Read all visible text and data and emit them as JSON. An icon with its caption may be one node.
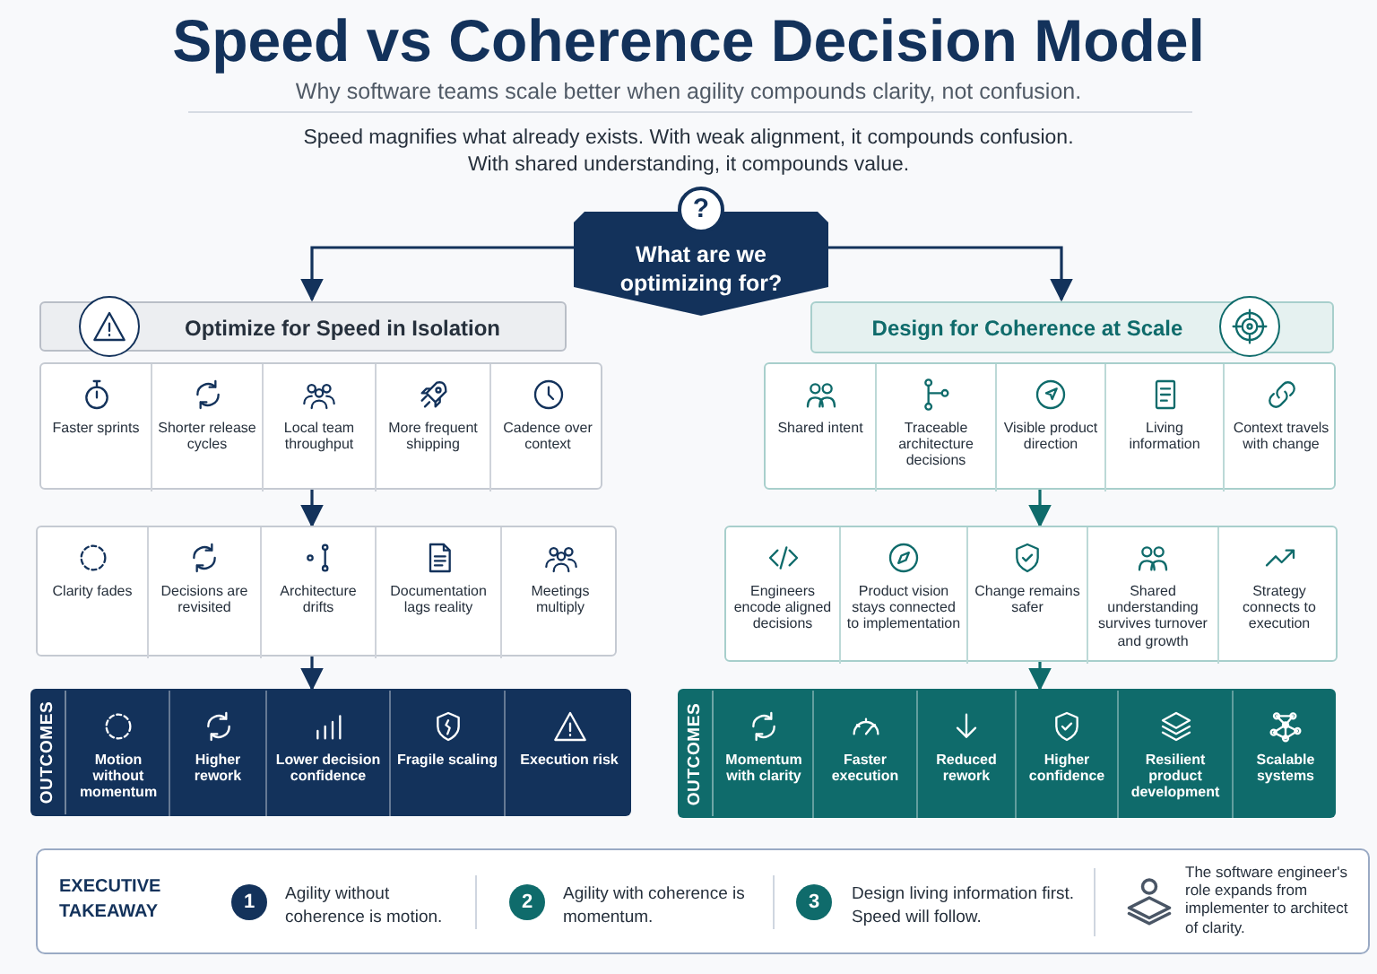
{
  "diagram": {
    "title": "Speed vs Coherence Decision Model",
    "nodes": [
      {
        "text": [
          "?",
          "What are we optimizing for?"
        ]
      },
      {
        "text": [
          "Optimize for Speed in Isolation"
        ]
      },
      {
        "text": [
          "Design for Coherence at Scale"
        ]
      },
      {
        "text": [],
        "shape": "box"
      },
      {
        "text": [
          "Faster sprints"
        ],
        "in": 3
      },
      {
        "text": [
          "Shorter release cycles"
        ],
        "in": 3
      },
      {
        "text": [
          "Local team throughput"
        ],
        "in": 3
      },
      {
        "text": [
          "More frequent shipping"
        ],
        "in": 3
      },
      {
        "text": [
          "Cadence over context"
        ],
        "in": 3
      },
      {
        "text": [],
        "shape": "box"
      },
      {
        "text": [
          "Clarity fades"
        ],
        "in": 9
      },
      {
        "text": [
          "Decisions are revisited"
        ],
        "in": 9
      },
      {
        "text": [
          "Architecture drifts"
        ],
        "in": 9
      },
      {
        "text": [
          "Documentation lags reality"
        ],
        "in": 9
      },
      {
        "text": [
          "Meetings multiply"
        ],
        "in": 9
      },
      {
        "text": [
          "OUTCOMES"
        ]
      },
      {
        "text": [
          "Motion without momentum"
        ],
        "in": 15
      },
      {
        "text": [
          "Higher rework"
        ],
        "in": 15
      },
      {
        "text": [
          "Lower decision confidence"
        ],
        "in": 15
      },
      {
        "text": [
          "Fragile scaling"
        ],
        "in": 15
      },
      {
        "text": [
          "Execution risk"
        ],
        "in": 15
      },
      {
        "text": [],
        "shape": "box"
      },
      {
        "text": [
          "Shared intent"
        ],
        "in": 21
      },
      {
        "text": [
          "Traceable architecture decisions"
        ],
        "in": 21
      },
      {
        "text": [
          "Visible product direction"
        ],
        "in": 21
      },
      {
        "text": [
          "Living information"
        ],
        "in": 21
      },
      {
        "text": [
          "Context travels with change"
        ],
        "in": 21
      },
      {
        "text": [],
        "shape": "box"
      },
      {
        "text": [
          "Engineers encode aligned decisions"
        ],
        "in": 27
      },
      {
        "text": [
          "Product vision stays connected to implementation"
        ],
        "in": 27
      },
      {
        "text": [
          "Change remains safer"
        ],
        "in": 27
      },
      {
        "text": [
          "Shared understanding survives turnover and growth"
        ],
        "in": 27
      },
      {
        "text": [
          "Strategy connects to execution"
        ],
        "in": 27
      },
      {
        "text": [
          "OUTCOMES"
        ]
      },
      {
        "text": [
          "Momentum with clarity"
        ],
        "in": 33
      },
      {
        "text": [
          "Faster execution"
        ],
        "in": 33
      },
      {
        "text": [
          "Reduced rework"
        ],
        "in": 33
      },
      {
        "text": [
          "Higher confidence"
        ],
        "in": 33
      },
      {
        "text": [
          "Resilient product development"
        ],
        "in": 33
      },
      {
        "text": [
          "Scalable systems"
        ],
        "in": 33
      },
      {
        "text": [
          "EXECUTIVE TAKEAWAY"
        ]
      },
      {
        "text": [
          "1"
        ],
        "in": 40,
        "beside": [
          "Agility without coherence is motion."
        ]
      },
      {
        "text": [
          "2"
        ],
        "in": 40,
        "beside": [
          "Agility with coherence is momentum."
        ]
      },
      {
        "text": [
          "3"
        ],
        "in": 40,
        "beside": [
          "Design living information first. Speed will follow."
        ]
      }
    ],
    "edges": [
      {
        "from": 0,
        "to": 1,
        "arrow": "to"
      },
      {
        "from": 0,
        "to": 2,
        "arrow": "to"
      },
      {
        "from": 3,
        "to": 9,
        "arrow": "to"
      },
      {
        "from": 9,
        "to": 15,
        "arrow": "to"
      },
      {
        "from": 21,
        "to": 27,
        "arrow": "to",
        "color": "#0f6b6b"
      },
      {
        "from": 27,
        "to": 33,
        "arrow": "to",
        "color": "#0f6b6b"
      }
    ],
    "labels": [
      "Why software teams scale better when agility compounds clarity, not confusion.",
      "Speed magnifies what already exists. With weak alignment, it compounds confusion.",
      "With shared understanding, it compounds value.",
      "The software engineer's role expands from implementer to architect of clarity."
    ]
  }
}
